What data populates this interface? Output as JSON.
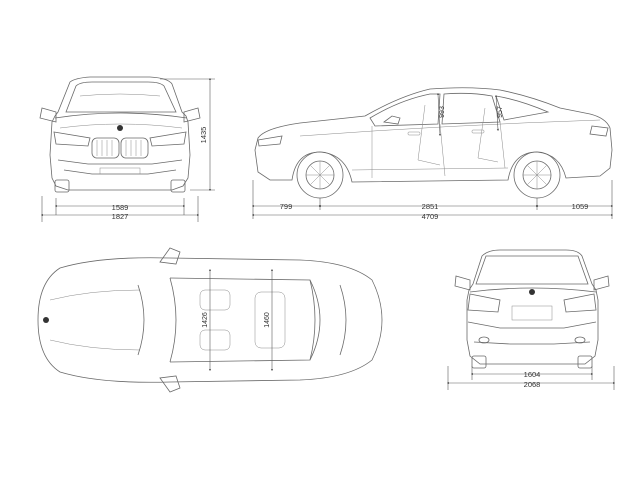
{
  "views": {
    "front": {
      "track_width": "1589",
      "overall_width": "1827",
      "height": "1435"
    },
    "side": {
      "front_overhang": "799",
      "wheelbase": "2851",
      "rear_overhang": "1059",
      "overall_length": "4709",
      "front_headroom": "993",
      "rear_headroom": "957"
    },
    "top": {
      "front_shoulder": "1426",
      "rear_shoulder": "1460"
    },
    "rear": {
      "track_width": "1604",
      "width_with_mirrors": "2068"
    }
  }
}
